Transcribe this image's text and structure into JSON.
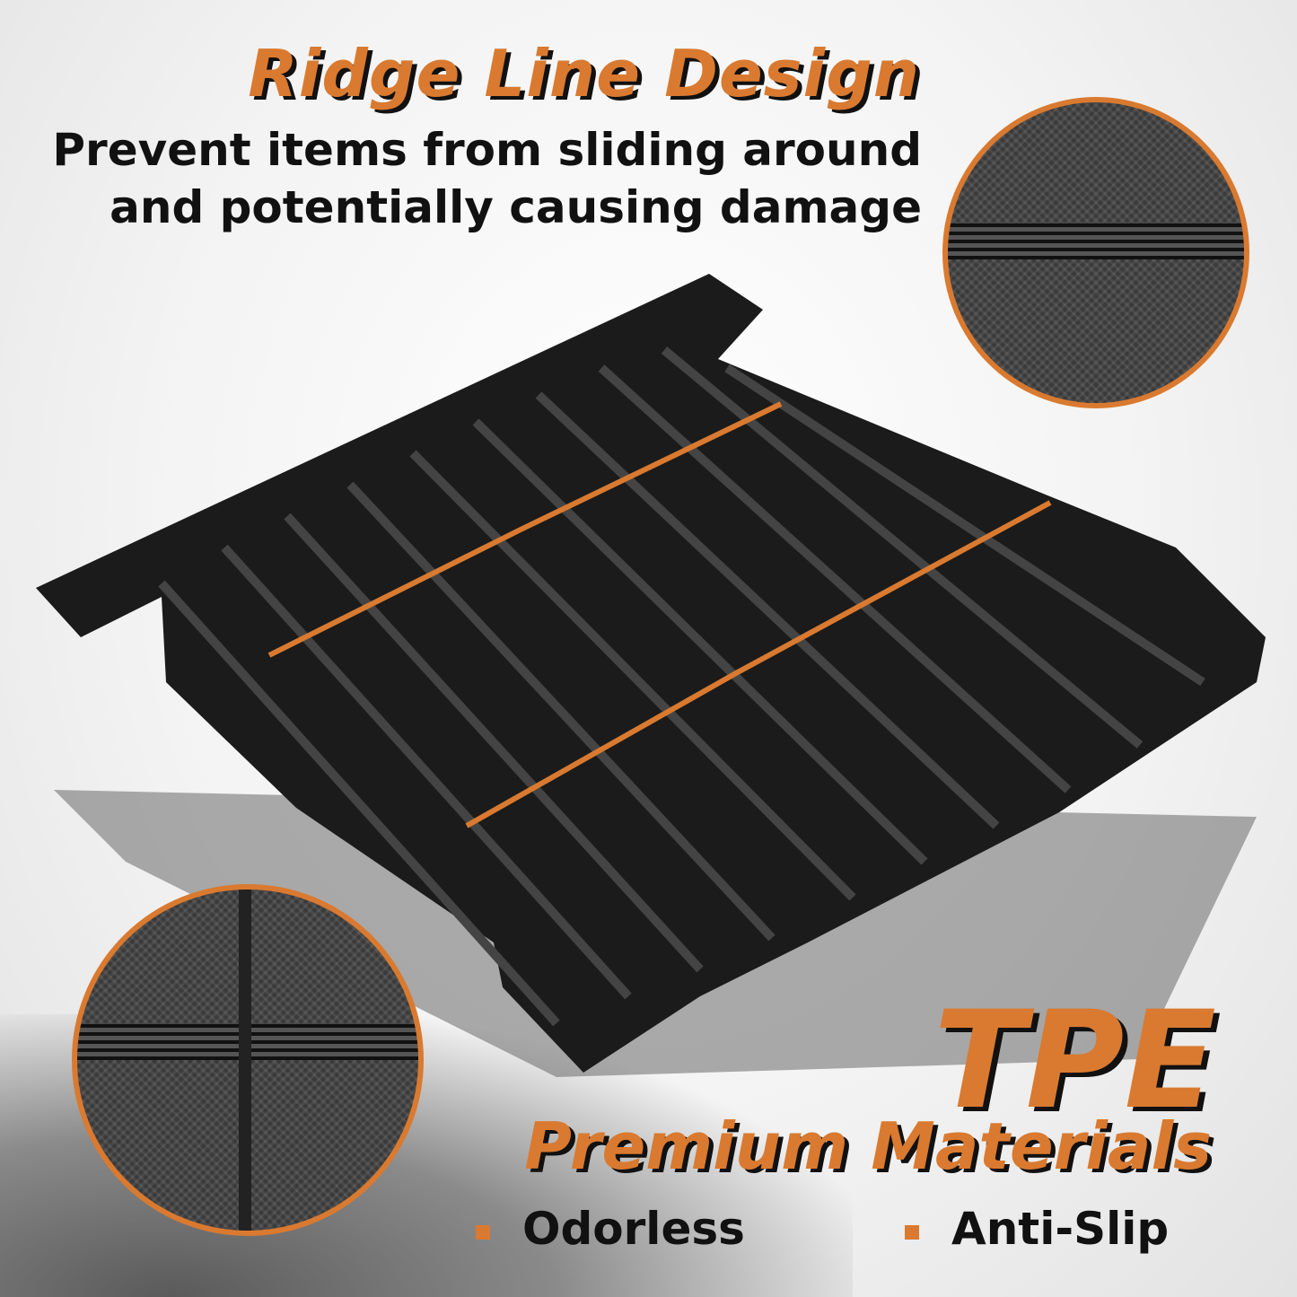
{
  "headline": "Ridge Line Design",
  "subtitle_line1": "Prevent items from sliding around",
  "subtitle_line2": "and potentially causing damage",
  "material": "TPE",
  "material_tagline": "Premium Materials",
  "features": [
    "Odorless",
    "Anti-Slip"
  ],
  "colors": {
    "accent": "#d97a30",
    "text": "#111111"
  }
}
